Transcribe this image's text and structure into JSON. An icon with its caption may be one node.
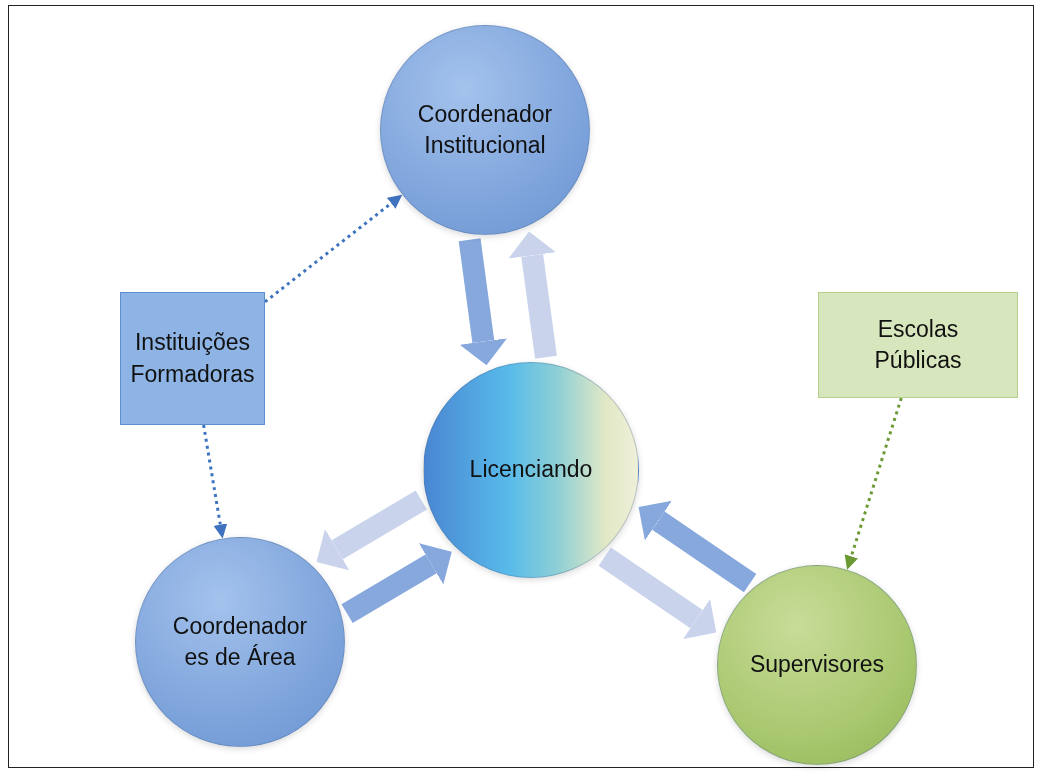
{
  "diagram": {
    "nodes": [
      {
        "text": [
          "Coordenador Institucional"
        ]
      },
      {
        "text": [
          "Instituições Formadoras"
        ]
      },
      {
        "text": [
          "Escolas Públicas"
        ]
      },
      {
        "text": [
          "Licenciando"
        ]
      },
      {
        "text": [
          "Coordenador es de Área"
        ]
      },
      {
        "text": [
          "Supervisores"
        ]
      }
    ],
    "edges": [
      {
        "from": 1,
        "to": 0,
        "arrow": "to",
        "style": "dashed",
        "color": "#3f73c0"
      },
      {
        "from": 1,
        "to": 4,
        "arrow": "to",
        "style": "dashed",
        "color": "#3f73c0"
      },
      {
        "from": 2,
        "to": 5,
        "arrow": "to",
        "style": "dashed",
        "color": "#6b9a35"
      },
      {
        "from": 3,
        "to": 0,
        "arrow": "to",
        "color": "#c9d3ec"
      },
      {
        "from": 0,
        "to": 3,
        "arrow": "to",
        "color": "#86a8dc"
      },
      {
        "from": 3,
        "to": 4,
        "arrow": "to",
        "color": "#c9d3ec"
      },
      {
        "from": 4,
        "to": 3,
        "arrow": "to",
        "color": "#86a8dc"
      },
      {
        "from": 3,
        "to": 5,
        "arrow": "to",
        "color": "#c9d3ec"
      },
      {
        "from": 5,
        "to": 3,
        "arrow": "to",
        "color": "#86a8dc"
      }
    ]
  }
}
